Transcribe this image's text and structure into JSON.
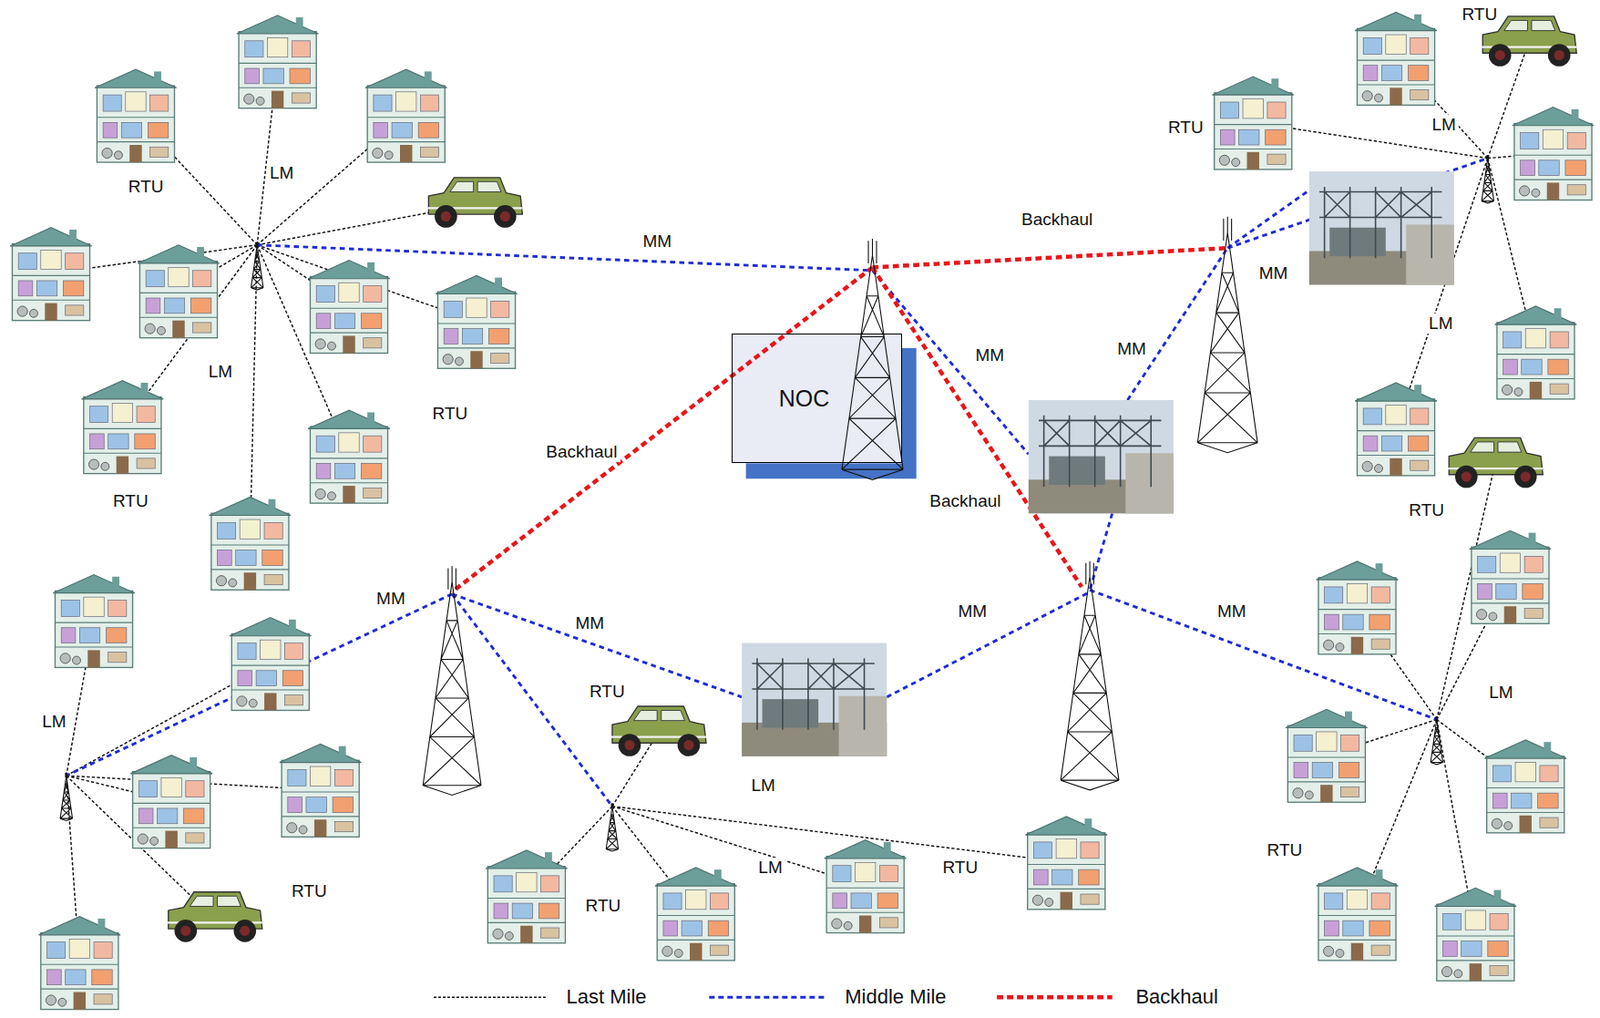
{
  "diagram": {
    "nodes": [
      {
        "text": [
          "NOC"
        ]
      }
    ],
    "labels": [
      "RTU",
      "RTU",
      "LM",
      "LM",
      "RTU",
      "Backhaul",
      "MM",
      "MM",
      "LM",
      "MM",
      "MM",
      "LM",
      "RTU",
      "Backhaul",
      "Backhaul",
      "RTU",
      "RTU",
      "MM",
      "MM",
      "MM",
      "MM",
      "RTU",
      "LM",
      "LM",
      "LM",
      "RTU",
      "LM",
      "RTU",
      "RTU",
      "RTU"
    ],
    "legend": [
      {
        "text": "Last Mile"
      },
      {
        "text": "Middle Mile"
      },
      {
        "text": "Backhaul"
      }
    ]
  }
}
